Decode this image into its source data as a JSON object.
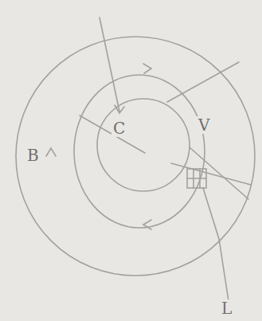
{
  "diagram": {
    "labels": [
      "B",
      "C",
      "V",
      "L"
    ]
  }
}
